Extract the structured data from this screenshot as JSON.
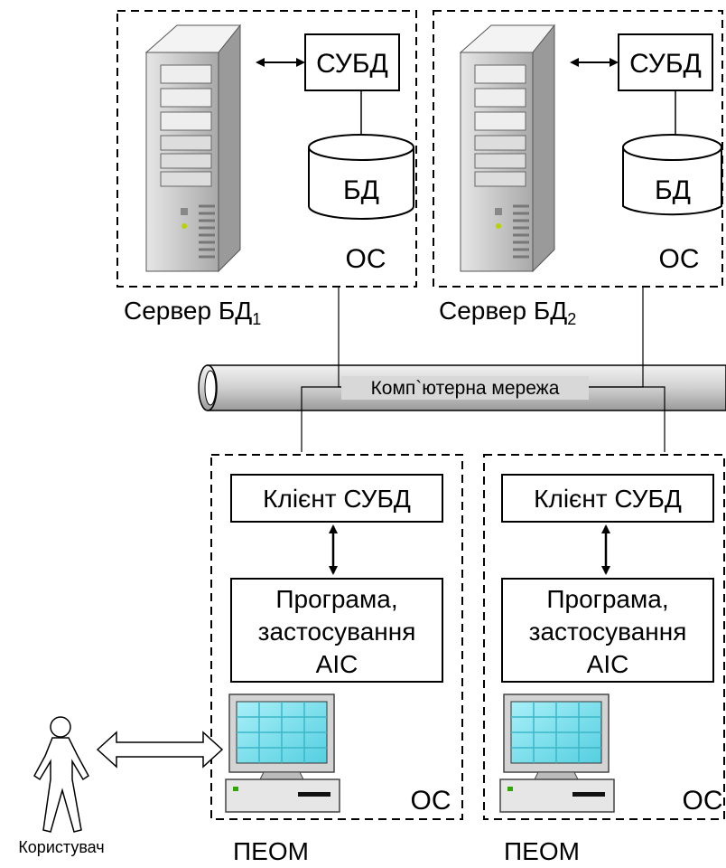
{
  "servers": [
    {
      "caption": "Сервер БД",
      "subscript": "1",
      "dbms": "СУБД",
      "db": "БД",
      "os": "ОС"
    },
    {
      "caption": "Сервер БД",
      "subscript": "2",
      "dbms": "СУБД",
      "db": "БД",
      "os": "ОС"
    }
  ],
  "network": {
    "label": "Комп`ютерна мережа"
  },
  "clients": [
    {
      "caption": "ПЕОМ",
      "dbms_client": "Клієнт СУБД",
      "app_line1": "Програма,",
      "app_line2": "застосування",
      "app_line3": "АІС",
      "os": "ОС"
    },
    {
      "caption": "ПЕОМ",
      "dbms_client": "Клієнт СУБД",
      "app_line1": "Програма,",
      "app_line2": "застосування",
      "app_line3": "АІС",
      "os": "ОС"
    }
  ],
  "user": {
    "label": "Користувач"
  },
  "colors": {
    "stroke": "#000000",
    "server_body": "#c8c8c8",
    "screen": "#7fe3f0",
    "pipe": "#d4d4d4"
  }
}
